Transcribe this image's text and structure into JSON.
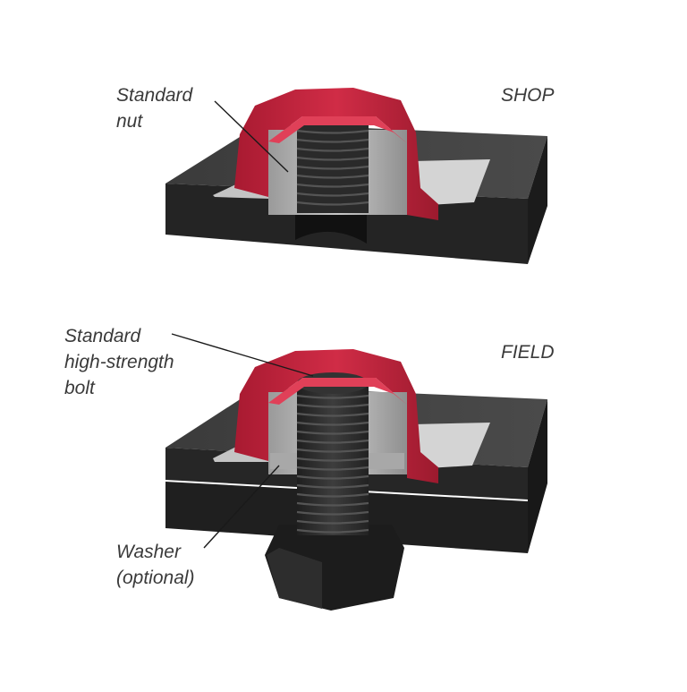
{
  "colors": {
    "plate_top": "#414141",
    "plate_side": "#262626",
    "collar_red": "#c8253f",
    "collar_dark": "#8e1628",
    "steel": "#b7b7b7",
    "steel_dark": "#8a8a8a",
    "bolt": "#2e2e2e",
    "text": "#3a3a3a",
    "leader": "#1a1a1a"
  },
  "assemblies": [
    {
      "id": "shop",
      "label": "SHOP",
      "callouts": [
        {
          "id": "standard-nut",
          "lines": [
            "Standard",
            "nut"
          ]
        }
      ]
    },
    {
      "id": "field",
      "label": "FIELD",
      "callouts": [
        {
          "id": "standard-bolt",
          "lines": [
            "Standard",
            "high-strength",
            "bolt"
          ]
        },
        {
          "id": "washer",
          "lines": [
            "Washer",
            "(optional)"
          ]
        }
      ]
    }
  ]
}
